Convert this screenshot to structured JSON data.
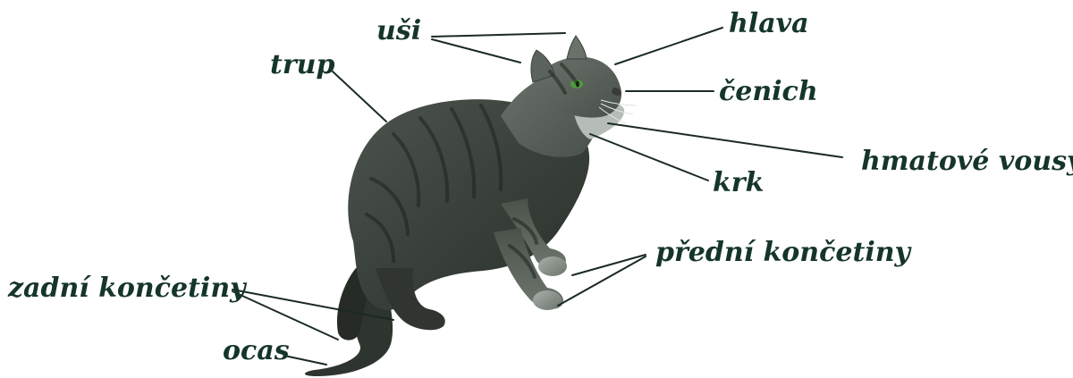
{
  "labels": {
    "usi": "uši",
    "hlava": "hlava",
    "trup": "trup",
    "cenich": "čenich",
    "hmatove_vousy": "hmatové vousy",
    "krk": "krk",
    "predni_koncetiny": "přední končetiny",
    "zadni_koncetiny": "zadní končetiny",
    "ocas": "ocas"
  },
  "colors": {
    "label_text": "#15352a",
    "leader_line": "#1b2a24",
    "fur_dark": "#2f352f",
    "fur_mid": "#5a605a",
    "fur_light": "#9aa39c",
    "eye": "#4f9a3c",
    "background": "#ffffff"
  }
}
